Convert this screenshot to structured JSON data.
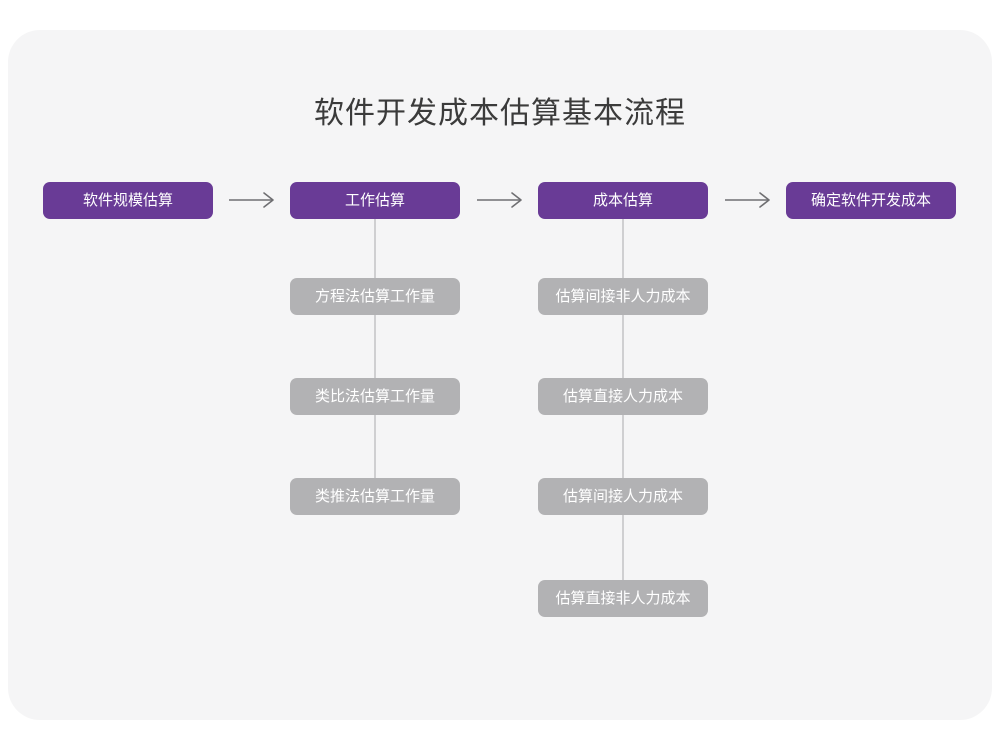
{
  "page": {
    "title": "软件开发成本估算基本流程",
    "background_color": "#ffffff",
    "card_color": "#f5f5f6",
    "primary_color": "#693b96",
    "secondary_color": "#b2b2b4",
    "connector_color": "#cfcfd1",
    "arrow_color": "#6f6f72"
  },
  "flow": {
    "main_steps": [
      {
        "label": "软件规模估算"
      },
      {
        "label": "工作估算"
      },
      {
        "label": "成本估算"
      },
      {
        "label": "确定软件开发成本"
      }
    ],
    "arrows": [
      {
        "name": "arrow-1",
        "glyph": "→"
      },
      {
        "name": "arrow-2",
        "glyph": "→"
      },
      {
        "name": "arrow-3",
        "glyph": "→"
      }
    ],
    "branches": [
      {
        "parent": "工作估算",
        "items": [
          {
            "label": "方程法估算工作量"
          },
          {
            "label": "类比法估算工作量"
          },
          {
            "label": "类推法估算工作量"
          }
        ]
      },
      {
        "parent": "成本估算",
        "items": [
          {
            "label": "估算间接非人力成本"
          },
          {
            "label": "估算直接人力成本"
          },
          {
            "label": "估算间接人力成本"
          },
          {
            "label": "估算直接非人力成本"
          }
        ]
      }
    ]
  }
}
